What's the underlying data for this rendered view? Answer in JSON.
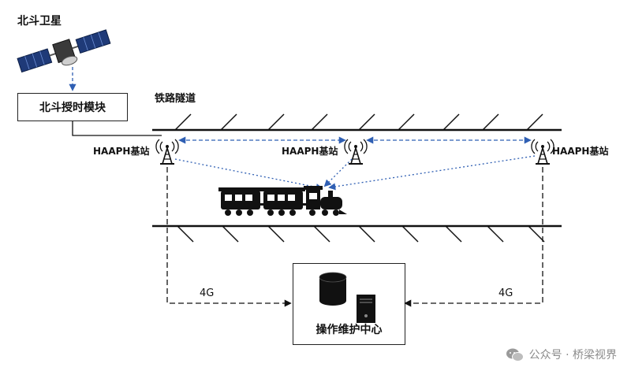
{
  "satellite": {
    "label": "北斗卫星"
  },
  "timing_module": {
    "label": "北斗授时模块"
  },
  "tunnel": {
    "label": "铁路隧道"
  },
  "base_stations": [
    {
      "label": "HAAPH基站"
    },
    {
      "label": "HAAPH基站"
    },
    {
      "label": "HAAPH基站"
    }
  ],
  "links": {
    "left_4g": "4G",
    "right_4g": "4G"
  },
  "ops_center": {
    "label": "操作维护中心"
  },
  "watermark": {
    "text": "公众号 · 桥梁视界"
  },
  "colors": {
    "link_blue": "#2f5fb3",
    "line": "#111111"
  }
}
